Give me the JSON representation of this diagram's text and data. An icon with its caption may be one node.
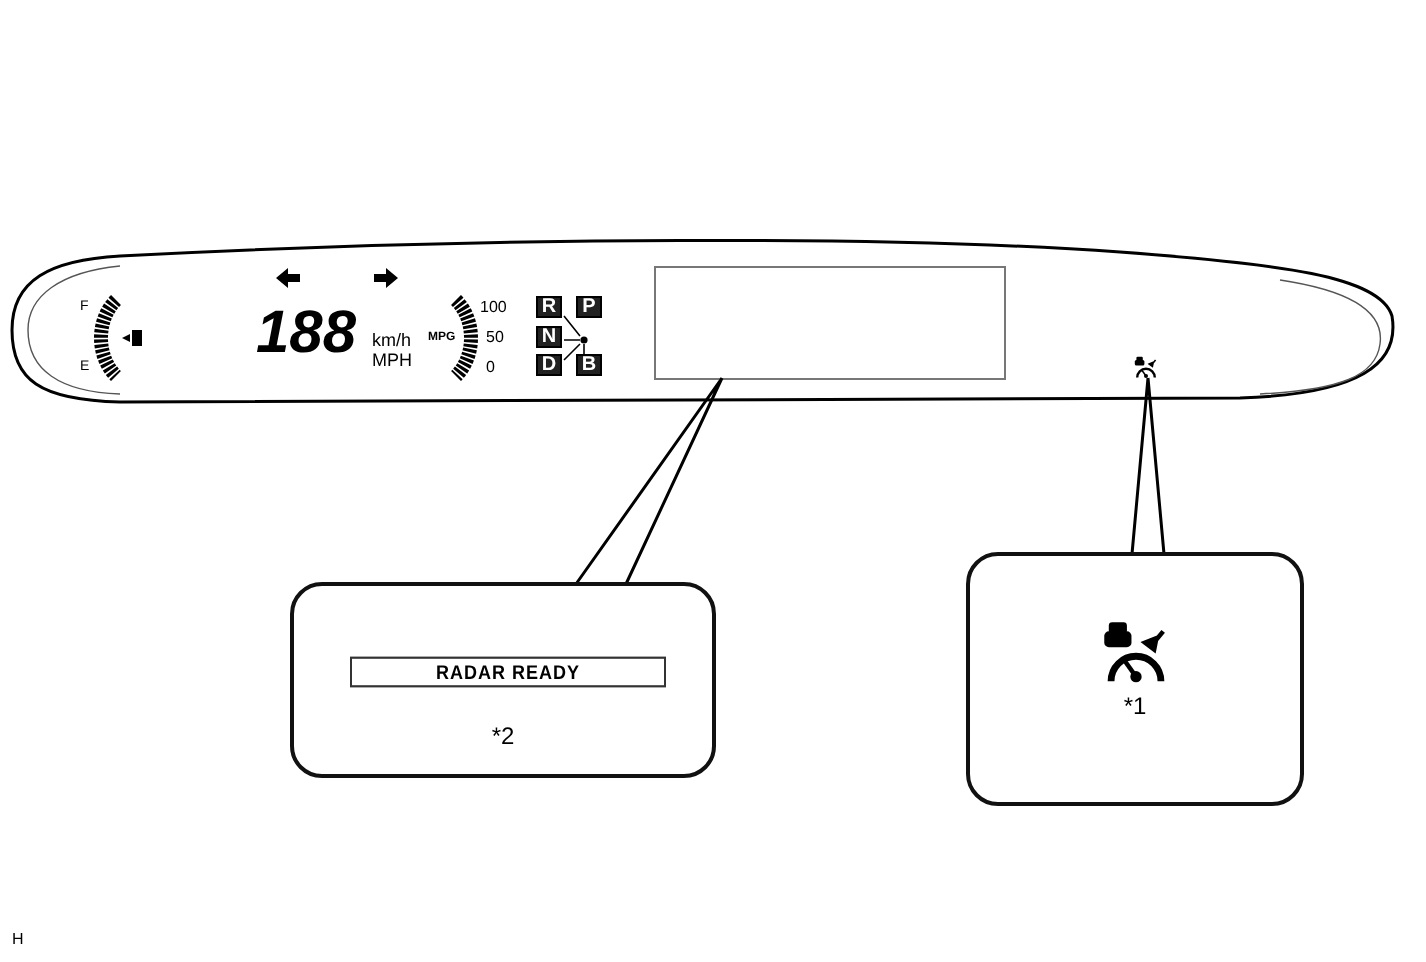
{
  "diagram": {
    "nodes": [
      {
        "text": [],
        "shape": "box"
      },
      {
        "text": [],
        "shape": "box",
        "in": 0
      },
      {
        "text": [],
        "shape": "picture",
        "in": 0
      },
      {
        "text": [
          "*2"
        ]
      },
      {
        "text": [
          "RADAR READY"
        ],
        "in": 3
      },
      {
        "text": [
          "*1"
        ]
      }
    ],
    "edges": [
      {
        "from": 3,
        "to": 1,
        "arrow": "none"
      },
      {
        "from": 5,
        "to": 2,
        "arrow": "none"
      }
    ],
    "labels": [
      "F",
      "E",
      "188",
      "km/h",
      "MPH",
      "MPG",
      "100",
      "50",
      "0",
      "R",
      "P",
      "N",
      "D",
      "B",
      "H"
    ]
  }
}
